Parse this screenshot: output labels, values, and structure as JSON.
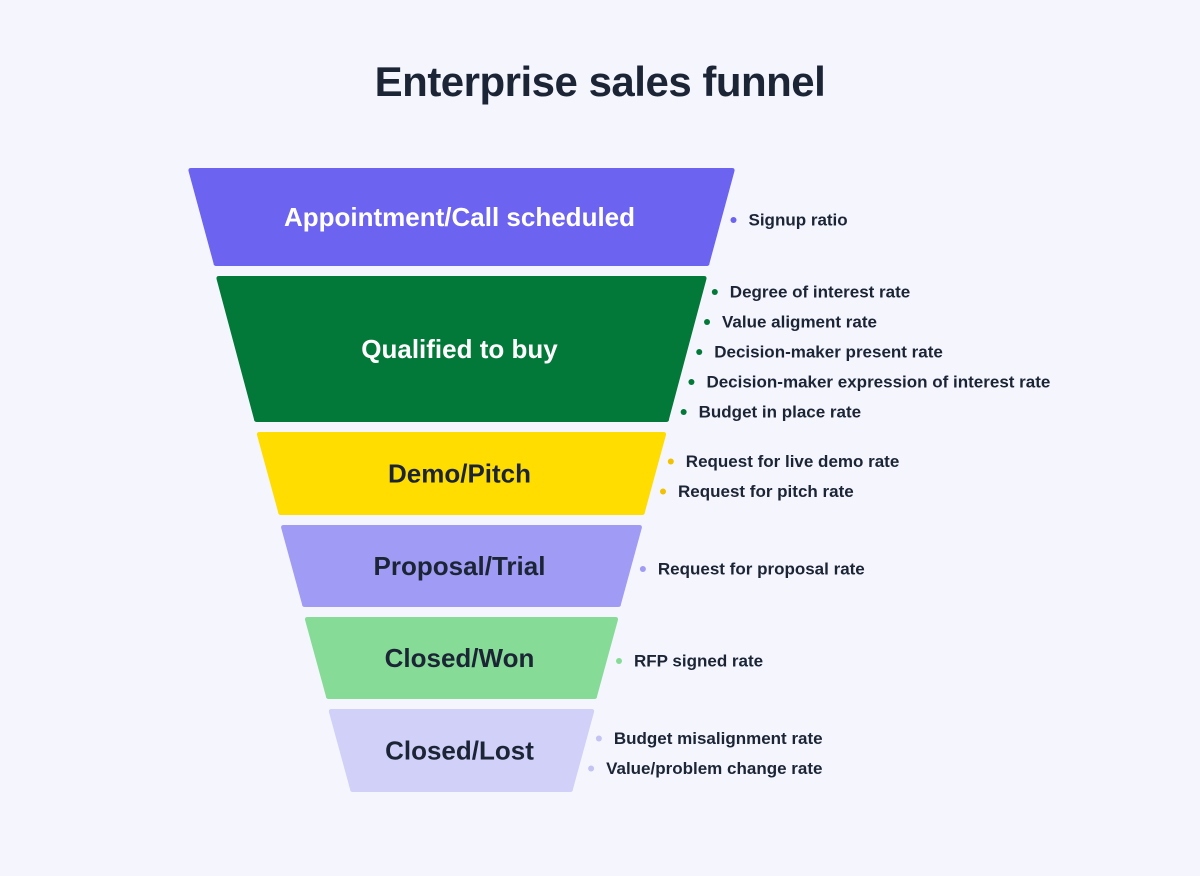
{
  "title": "Enterprise sales funnel",
  "stages": [
    {
      "label": "Appointment/Call scheduled",
      "color": "#6c63f0",
      "text_color": "#ffffff",
      "bullet_color": "#6c63f0",
      "metrics": [
        "Signup ratio"
      ]
    },
    {
      "label": "Qualified to buy",
      "color": "#027938",
      "text_color": "#ffffff",
      "bullet_color": "#027938",
      "metrics": [
        "Degree of interest rate",
        "Value aligment rate",
        "Decision-maker present rate",
        "Decision-maker expression of interest rate",
        "Budget in place rate"
      ]
    },
    {
      "label": "Demo/Pitch",
      "color": "#ffdd00",
      "text_color": "#1c2536",
      "bullet_color": "#f2c200",
      "metrics": [
        "Request for live demo rate",
        "Request for pitch rate"
      ]
    },
    {
      "label": "Proposal/Trial",
      "color": "#a09cf5",
      "text_color": "#1c2536",
      "bullet_color": "#a09cf5",
      "metrics": [
        "Request for proposal rate"
      ]
    },
    {
      "label": "Closed/Won",
      "color": "#86dc96",
      "text_color": "#1c2536",
      "bullet_color": "#86dc96",
      "metrics": [
        "RFP signed rate"
      ]
    },
    {
      "label": "Closed/Lost",
      "color": "#d0d0f8",
      "text_color": "#1c2536",
      "bullet_color": "#c4c3f4",
      "metrics": [
        "Budget misalignment rate",
        "Value/problem change rate"
      ]
    }
  ]
}
